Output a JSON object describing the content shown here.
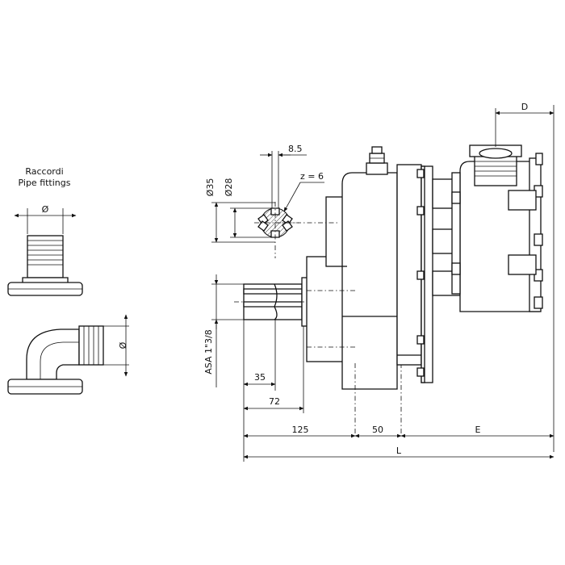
{
  "fittings": {
    "title_it": "Raccordi",
    "title_en": "Pipe fittings",
    "dia_straight": "Ø",
    "dia_elbow": "Ø"
  },
  "shaft": {
    "dim_8_5": "8.5",
    "dim_d35": "Ø35",
    "dim_d28": "Ø28",
    "teeth": "z = 6",
    "asa_label": "ASA 1\"3/8"
  },
  "dimensions": {
    "d": "D",
    "d35": "35",
    "d72": "72",
    "d125": "125",
    "d50": "50",
    "e": "E",
    "l": "L"
  }
}
